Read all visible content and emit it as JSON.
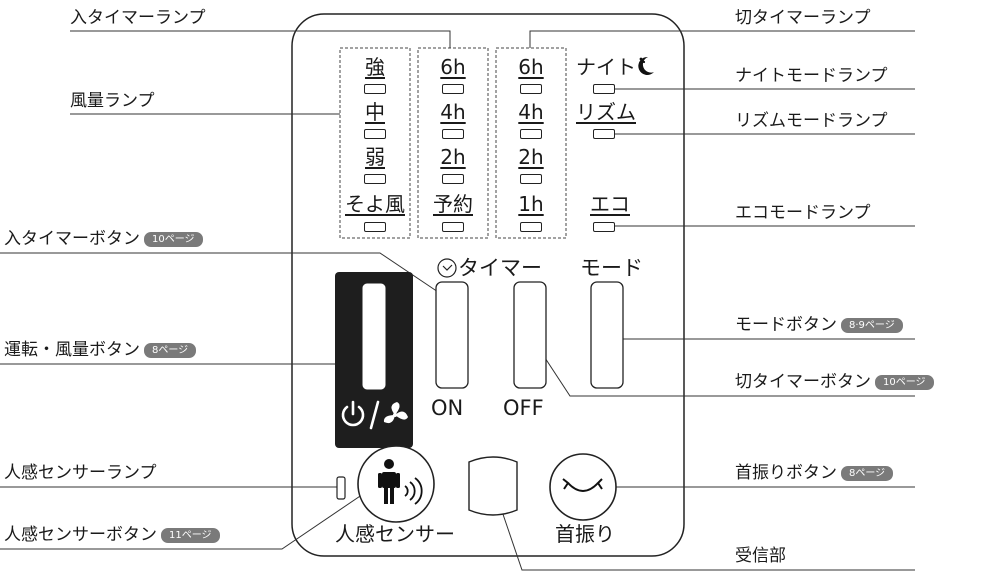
{
  "callouts": {
    "on_timer_lamp": "入タイマーランプ",
    "off_timer_lamp": "切タイマーランプ",
    "fan_speed_lamp": "風量ランプ",
    "night_mode_lamp": "ナイトモードランプ",
    "rhythm_mode_lamp": "リズムモードランプ",
    "eco_mode_lamp": "エコモードランプ",
    "on_timer_button": "入タイマーボタン",
    "on_timer_button_page": "10ページ",
    "mode_button": "モードボタン",
    "mode_button_page": "8·9ページ",
    "run_fan_button": "運転・風量ボタン",
    "run_fan_button_page": "8ページ",
    "off_timer_button": "切タイマーボタン",
    "off_timer_button_page": "10ページ",
    "sensor_lamp": "人感センサーランプ",
    "swing_button": "首振りボタン",
    "swing_button_page": "8ページ",
    "sensor_button": "人感センサーボタン",
    "sensor_button_page": "11ページ",
    "receiver": "受信部"
  },
  "panel": {
    "fan_levels": [
      "強",
      "中",
      "弱",
      "そよ風"
    ],
    "on_timer": [
      "6h",
      "4h",
      "2h",
      "予約"
    ],
    "off_timer": [
      "6h",
      "4h",
      "2h",
      "1h"
    ],
    "night": "ナイト",
    "rhythm": "リズム",
    "eco": "エコ",
    "timer_heading": "タイマー",
    "mode_heading": "モード",
    "on_label": "ON",
    "off_label": "OFF",
    "sensor_label": "人感センサー",
    "swing_label": "首振り"
  },
  "icons": {
    "power_fan": "power-fan-icon",
    "clock": "clock-icon",
    "moon": "moon-icon",
    "person_sensor": "person-sensor-icon",
    "swing": "swing-arrows-icon"
  }
}
